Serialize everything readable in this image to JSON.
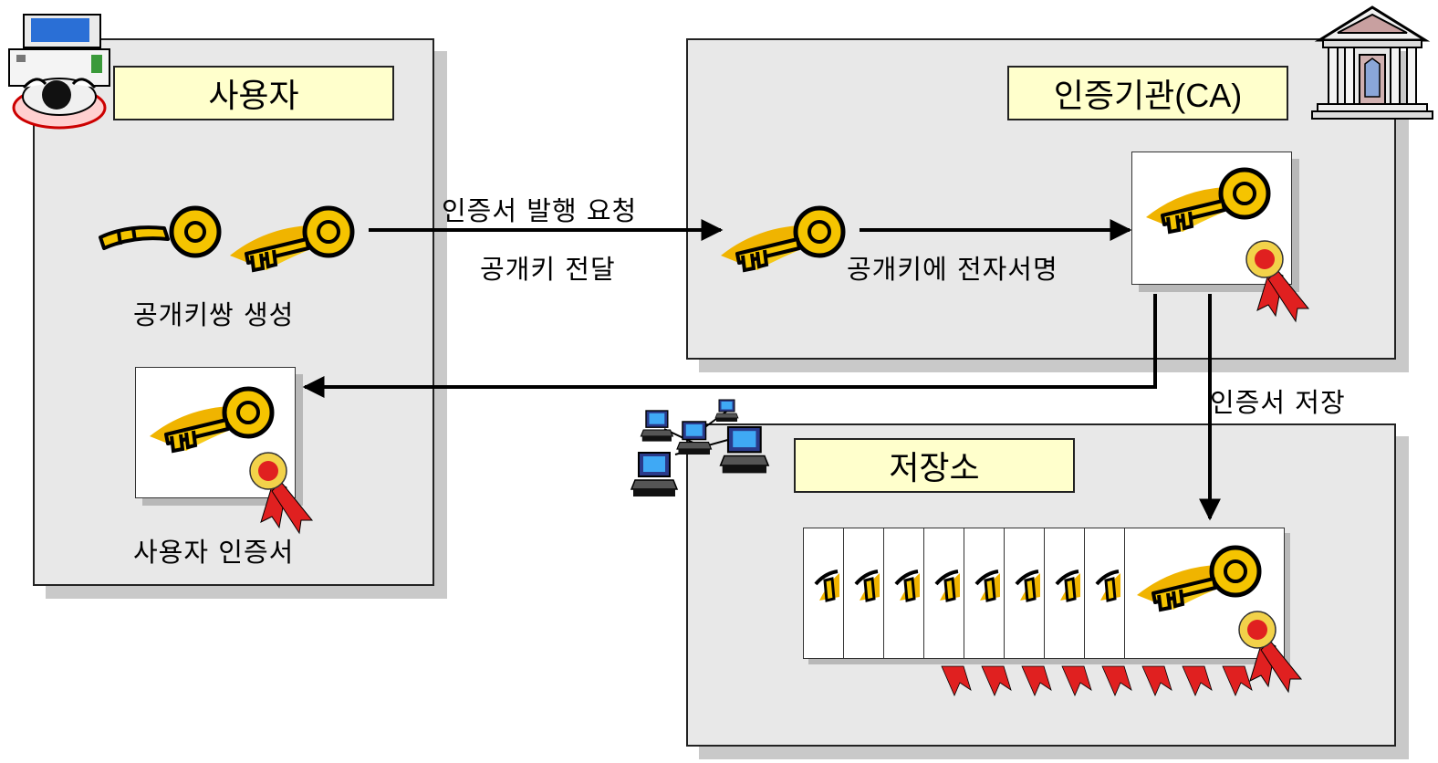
{
  "user": {
    "title": "사용자",
    "keypair_label": "공개키쌍 생성",
    "cert_label": "사용자 인증서"
  },
  "ca": {
    "title": "인증기관(CA)",
    "sign_label": "공개키에 전자서명"
  },
  "repository": {
    "title": "저장소"
  },
  "arrows": {
    "request_label_1": "인증서 발행 요청",
    "request_label_2": "공개키 전달",
    "store_label": "인증서 저장"
  },
  "colors": {
    "panel_fill": "#e8e8e8",
    "title_fill": "#ffffcc",
    "key_gold": "#f5c400",
    "key_swoosh": "#f0b400",
    "seal_red": "#e02020"
  }
}
